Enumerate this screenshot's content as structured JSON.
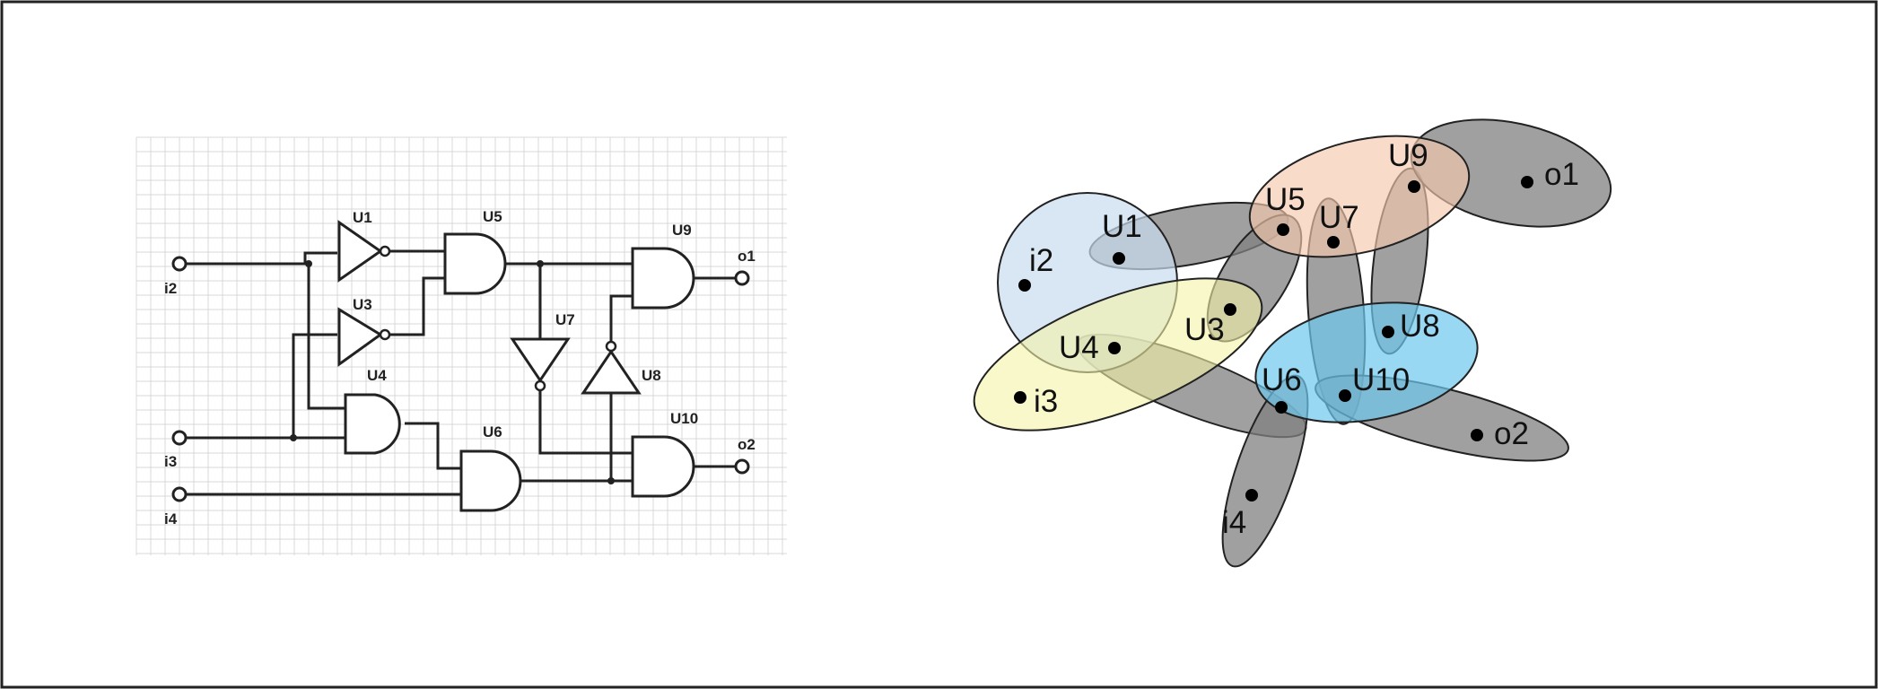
{
  "circuit": {
    "inputs": [
      "i2",
      "i3",
      "i4"
    ],
    "outputs": [
      "o1",
      "o2"
    ],
    "gates": [
      {
        "id": "U1",
        "type": "not"
      },
      {
        "id": "U3",
        "type": "not"
      },
      {
        "id": "U4",
        "type": "and"
      },
      {
        "id": "U5",
        "type": "and"
      },
      {
        "id": "U6",
        "type": "and"
      },
      {
        "id": "U7",
        "type": "not"
      },
      {
        "id": "U8",
        "type": "not"
      },
      {
        "id": "U9",
        "type": "and"
      },
      {
        "id": "U10",
        "type": "and"
      }
    ]
  },
  "hypergraph": {
    "nodes": [
      "i2",
      "i3",
      "i4",
      "U1",
      "U3",
      "U4",
      "U5",
      "U6",
      "U7",
      "U8",
      "U9",
      "U10",
      "o1",
      "o2"
    ],
    "hyperedges": [
      {
        "color": "#c9dcf0",
        "members": [
          "i2",
          "U1",
          "U4"
        ]
      },
      {
        "color": "#f5f3a6",
        "members": [
          "i3",
          "U4",
          "U3"
        ]
      },
      {
        "color": "#f6c8ad",
        "members": [
          "U5",
          "U7",
          "U9"
        ]
      },
      {
        "color": "#6ec8ee",
        "members": [
          "U6",
          "U8",
          "U10"
        ]
      },
      {
        "color": "#808080",
        "members": [
          "U1",
          "U5"
        ]
      },
      {
        "color": "#808080",
        "members": [
          "U3",
          "U5"
        ]
      },
      {
        "color": "#808080",
        "members": [
          "U4",
          "U6"
        ]
      },
      {
        "color": "#808080",
        "members": [
          "i4",
          "U6"
        ]
      },
      {
        "color": "#808080",
        "members": [
          "U7",
          "U10"
        ]
      },
      {
        "color": "#808080",
        "members": [
          "U8",
          "U9"
        ]
      },
      {
        "color": "#808080",
        "members": [
          "U9",
          "o1"
        ]
      },
      {
        "color": "#808080",
        "members": [
          "U10",
          "o2"
        ]
      }
    ]
  }
}
